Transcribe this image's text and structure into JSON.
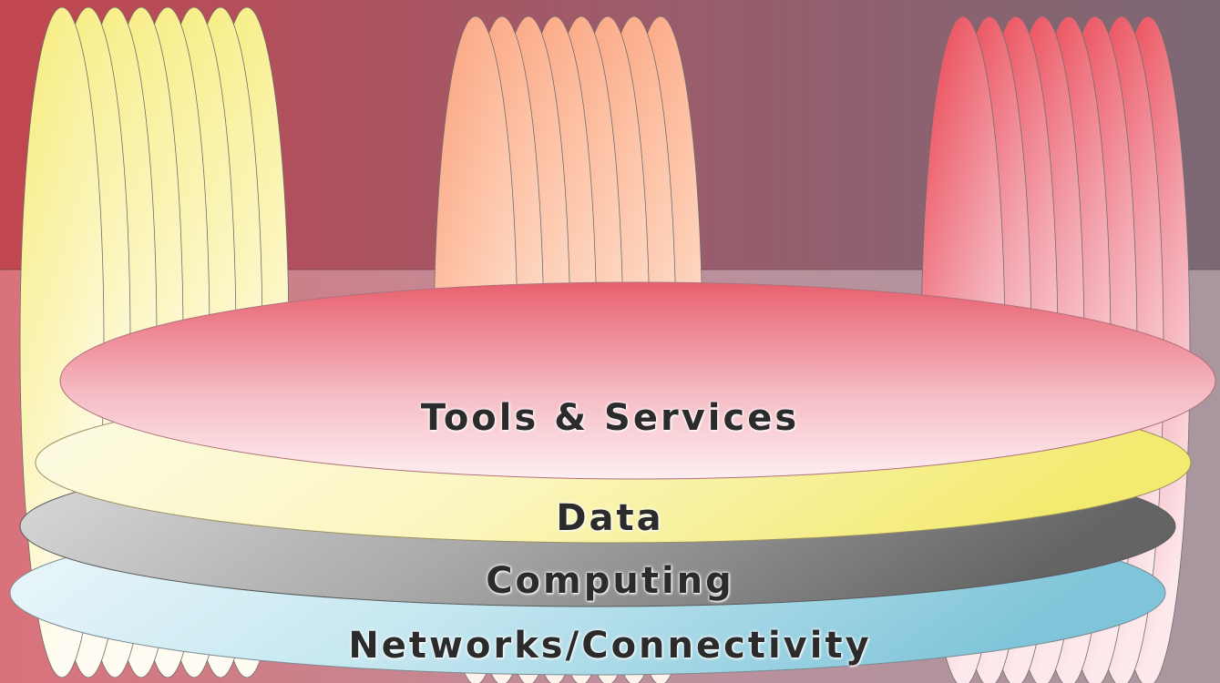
{
  "diagram": {
    "layers": [
      {
        "key": "tools",
        "label": "Tools & Services",
        "color": "#e8606e"
      },
      {
        "key": "data",
        "label": "Data",
        "color": "#f5ef8a"
      },
      {
        "key": "computing",
        "label": "Computing",
        "color": "#707070"
      },
      {
        "key": "networks",
        "label": "Networks/Connectivity",
        "color": "#86c8dc"
      }
    ],
    "vertical_groups": [
      {
        "key": "left",
        "color": "#f7ec78",
        "disc_count": 8
      },
      {
        "key": "center",
        "color": "#fcae86",
        "disc_count": 8
      },
      {
        "key": "right",
        "color": "#e9404c",
        "disc_count": 8
      }
    ],
    "background": {
      "top_left": "#c2464f",
      "top_right": "#7c6875"
    }
  }
}
